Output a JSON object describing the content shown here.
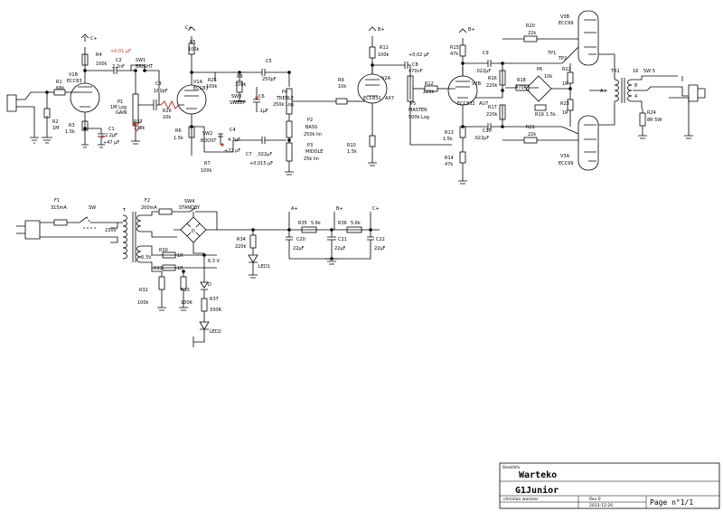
{
  "title_block": {
    "sheet_info": "SheetInfo",
    "company": "Warteko",
    "project": "G1Junior",
    "author": "christian wasmer",
    "revision": "Rev 0",
    "date": "2013-12-20",
    "page": "Page n°1/1"
  },
  "labels": [
    {
      "id": "c-plus-1",
      "text": "C+"
    },
    {
      "id": "r4",
      "text": "R4"
    },
    {
      "id": "r4v",
      "text": "100k"
    },
    {
      "id": "c2n",
      "text": "+0,01 µF"
    },
    {
      "id": "c2",
      "text": "C2"
    },
    {
      "id": "c2v",
      "text": "2.2nF"
    },
    {
      "id": "sw1",
      "text": "SW1"
    },
    {
      "id": "sw1v",
      "text": "BRIGHT"
    },
    {
      "id": "v1b",
      "text": "V1B"
    },
    {
      "id": "v1bt",
      "text": "ECC83"
    },
    {
      "id": "r1",
      "text": "R1"
    },
    {
      "id": "r1v",
      "text": "68k"
    },
    {
      "id": "p1",
      "text": "P1"
    },
    {
      "id": "p1v",
      "text": "1M Log"
    },
    {
      "id": "p1n",
      "text": "GAIN"
    },
    {
      "id": "c3",
      "text": "C3"
    },
    {
      "id": "c3v",
      "text": "180pF"
    },
    {
      "id": "r2",
      "text": "R2"
    },
    {
      "id": "r2v",
      "text": "1M"
    },
    {
      "id": "r3",
      "text": "R3"
    },
    {
      "id": "r3v",
      "text": "1.5k"
    },
    {
      "id": "c1",
      "text": "C1"
    },
    {
      "id": "c1v",
      "text": "2.2µF"
    },
    {
      "id": "c1n",
      "text": "+47 µF"
    },
    {
      "id": "r26",
      "text": "R26"
    },
    {
      "id": "r26v",
      "text": "10k"
    },
    {
      "id": "r27",
      "text": "R27"
    },
    {
      "id": "r27v",
      "text": "130k"
    },
    {
      "id": "c-plus-2",
      "text": "C+"
    },
    {
      "id": "r5",
      "text": "R5"
    },
    {
      "id": "r5v",
      "text": "100k"
    },
    {
      "id": "v1a",
      "text": "V1A"
    },
    {
      "id": "v1at",
      "text": "ECC83"
    },
    {
      "id": "c5",
      "text": "C5"
    },
    {
      "id": "c5v",
      "text": "250pF"
    },
    {
      "id": "r25",
      "text": "R25"
    },
    {
      "id": "r25v",
      "text": "100k"
    },
    {
      "id": "r8",
      "text": "R8"
    },
    {
      "id": "r8v",
      "text": "100k"
    },
    {
      "id": "sw3",
      "text": "SW3"
    },
    {
      "id": "sw3v",
      "text": "SWEEP"
    },
    {
      "id": "c6",
      "text": "C6"
    },
    {
      "id": "c6v",
      "text": ".1µF"
    },
    {
      "id": "p4",
      "text": "P4"
    },
    {
      "id": "p4v",
      "text": "TREBLE"
    },
    {
      "id": "p4n",
      "text": "250k Log"
    },
    {
      "id": "p2",
      "text": "P2"
    },
    {
      "id": "p2v",
      "text": "BASS"
    },
    {
      "id": "p2n",
      "text": "250k lin"
    },
    {
      "id": "p3",
      "text": "P3"
    },
    {
      "id": "p3v",
      "text": "MIDDLE"
    },
    {
      "id": "p3n",
      "text": "25k lin"
    },
    {
      "id": "r6",
      "text": "R6"
    },
    {
      "id": "r6v",
      "text": "1.5k"
    },
    {
      "id": "sw2",
      "text": "SW2"
    },
    {
      "id": "sw2v",
      "text": "BOOST"
    },
    {
      "id": "c4",
      "text": "C4"
    },
    {
      "id": "c4v",
      "text": "4.7µF"
    },
    {
      "id": "c4n",
      "text": "+22 µF"
    },
    {
      "id": "r7",
      "text": "R7"
    },
    {
      "id": "r7v",
      "text": "100k"
    },
    {
      "id": "c7",
      "text": "C7"
    },
    {
      "id": "c7v",
      "text": ".022µF"
    },
    {
      "id": "c7n",
      "text": "+0,015 µF"
    },
    {
      "id": "r9",
      "text": "R9"
    },
    {
      "id": "r9v",
      "text": "10k"
    },
    {
      "id": "b-plus-1",
      "text": "B+"
    },
    {
      "id": "r11",
      "text": "R11"
    },
    {
      "id": "r11v",
      "text": "100k"
    },
    {
      "id": "c8n",
      "text": "+0,02 µF"
    },
    {
      "id": "c8",
      "text": "C8"
    },
    {
      "id": "c8v",
      "text": "470nF"
    },
    {
      "id": "v2a",
      "text": "V2A"
    },
    {
      "id": "v2at",
      "text": "ECC832"
    },
    {
      "id": "v2ax",
      "text": "AX7"
    },
    {
      "id": "p5",
      "text": "P5"
    },
    {
      "id": "p5v",
      "text": "MASTER"
    },
    {
      "id": "p5n",
      "text": "500k Log"
    },
    {
      "id": "r10",
      "text": "R10"
    },
    {
      "id": "r10v",
      "text": "1.5k"
    },
    {
      "id": "r12",
      "text": "R12"
    },
    {
      "id": "r12v",
      "text": "220k"
    },
    {
      "id": "b-plus-2",
      "text": "B+"
    },
    {
      "id": "r15",
      "text": "R15"
    },
    {
      "id": "r15v",
      "text": "47k"
    },
    {
      "id": "c9",
      "text": "C9"
    },
    {
      "id": "c9v",
      "text": ".022µF"
    },
    {
      "id": "v2b",
      "text": "V2B"
    },
    {
      "id": "v2bt",
      "text": "ECC832"
    },
    {
      "id": "v2bx",
      "text": "AU7"
    },
    {
      "id": "r16",
      "text": "R16"
    },
    {
      "id": "r16v",
      "text": "220k"
    },
    {
      "id": "r17",
      "text": "R17"
    },
    {
      "id": "r17v",
      "text": "220k"
    },
    {
      "id": "c10",
      "text": "C10"
    },
    {
      "id": "c10v",
      "text": ".022µF"
    },
    {
      "id": "r13",
      "text": "R13"
    },
    {
      "id": "r13v",
      "text": "1.5k"
    },
    {
      "id": "r14",
      "text": "R14"
    },
    {
      "id": "r14v",
      "text": "47k"
    },
    {
      "id": "r20",
      "text": "R20"
    },
    {
      "id": "r20v",
      "text": "22k"
    },
    {
      "id": "r18",
      "text": "R18"
    },
    {
      "id": "r18v",
      "text": "470R"
    },
    {
      "id": "p6",
      "text": "P6"
    },
    {
      "id": "p6v",
      "text": "10k"
    },
    {
      "id": "r19",
      "text": "R19"
    },
    {
      "id": "r19v",
      "text": "1.5k"
    },
    {
      "id": "tp1",
      "text": "TP1"
    },
    {
      "id": "tp2",
      "text": "TP2"
    },
    {
      "id": "r22",
      "text": "R22"
    },
    {
      "id": "r22v",
      "text": "1R"
    },
    {
      "id": "r23",
      "text": "R23"
    },
    {
      "id": "r23v",
      "text": "1R"
    },
    {
      "id": "r21",
      "text": "R21"
    },
    {
      "id": "r21v",
      "text": "22k"
    },
    {
      "id": "v3b",
      "text": "V3B"
    },
    {
      "id": "v3bt",
      "text": "ECC99"
    },
    {
      "id": "v3a",
      "text": "V3A"
    },
    {
      "id": "v3at",
      "text": "ECC99"
    },
    {
      "id": "a-plus-1",
      "text": "A+"
    },
    {
      "id": "tr1",
      "text": "TR1"
    },
    {
      "id": "n16",
      "text": "16"
    },
    {
      "id": "sw5",
      "text": "SW 5"
    },
    {
      "id": "n8",
      "text": "8"
    },
    {
      "id": "n4",
      "text": "4"
    },
    {
      "id": "r24",
      "text": "R24"
    },
    {
      "id": "r24v",
      "text": "8R 5W"
    },
    {
      "id": "f1",
      "text": "F1"
    },
    {
      "id": "f1v",
      "text": "315mA"
    },
    {
      "id": "sw",
      "text": "SW"
    },
    {
      "id": "f2",
      "text": "F2"
    },
    {
      "id": "f2v",
      "text": "200mA"
    },
    {
      "id": "sw4",
      "text": "SW4"
    },
    {
      "id": "sw4v",
      "text": "STANDBY"
    },
    {
      "id": "t",
      "text": "T"
    },
    {
      "id": "v230",
      "text": "230V"
    },
    {
      "id": "d",
      "text": "D"
    },
    {
      "id": "r30",
      "text": "R30"
    },
    {
      "id": "r30v",
      "text": "1R"
    },
    {
      "id": "r31",
      "text": "R31"
    },
    {
      "id": "r31v",
      "text": "1R"
    },
    {
      "id": "v63a",
      "text": "6.3V"
    },
    {
      "id": "v63b",
      "text": "6.3 V"
    },
    {
      "id": "r32",
      "text": "R32"
    },
    {
      "id": "r32v",
      "text": "100k"
    },
    {
      "id": "r33",
      "text": "R33"
    },
    {
      "id": "r33v",
      "text": "100K"
    },
    {
      "id": "dd",
      "text": "D"
    },
    {
      "id": "r37",
      "text": "R37"
    },
    {
      "id": "r37v",
      "text": "330R"
    },
    {
      "id": "led2",
      "text": "LED2"
    },
    {
      "id": "r34",
      "text": "R34"
    },
    {
      "id": "r34v",
      "text": "220k"
    },
    {
      "id": "led1",
      "text": "LED1"
    },
    {
      "id": "a-plus-2",
      "text": "A+"
    },
    {
      "id": "b-plus-3",
      "text": "B+"
    },
    {
      "id": "c-plus-3",
      "text": "C+"
    },
    {
      "id": "r35",
      "text": "R35"
    },
    {
      "id": "r35v",
      "text": "5.6k"
    },
    {
      "id": "r36",
      "text": "R36"
    },
    {
      "id": "r36v",
      "text": "5.6k"
    },
    {
      "id": "c20",
      "text": "C20"
    },
    {
      "id": "c20v",
      "text": "22µF"
    },
    {
      "id": "c21",
      "text": "C21"
    },
    {
      "id": "c21v",
      "text": "22µF"
    },
    {
      "id": "c22",
      "text": "C22"
    },
    {
      "id": "c22v",
      "text": "22µF"
    }
  ],
  "colors": {
    "ink": "#000000",
    "annotation": "#c0392b"
  }
}
